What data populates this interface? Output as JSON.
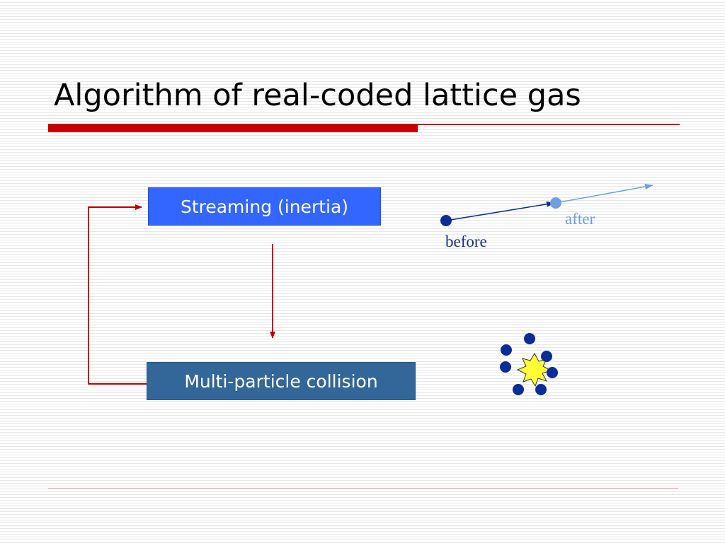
{
  "slide": {
    "title": "Algorithm of real-coded lattice gas"
  },
  "flow": {
    "step_1": "Streaming (inertia)",
    "step_2": "Multi-particle collision"
  },
  "streaming_illustration": {
    "before_label": "before",
    "after_label": "after"
  },
  "colors": {
    "title_rule": "#c80000",
    "streaming_box": "#3366ff",
    "collision_box": "#336699",
    "flow_arrow": "#c00000",
    "particle_before": "#0a2d9a",
    "particle_after": "#6f9fe0",
    "collision_burst": "#ffff33"
  },
  "icons": {
    "collision": "collision-burst-icon"
  }
}
